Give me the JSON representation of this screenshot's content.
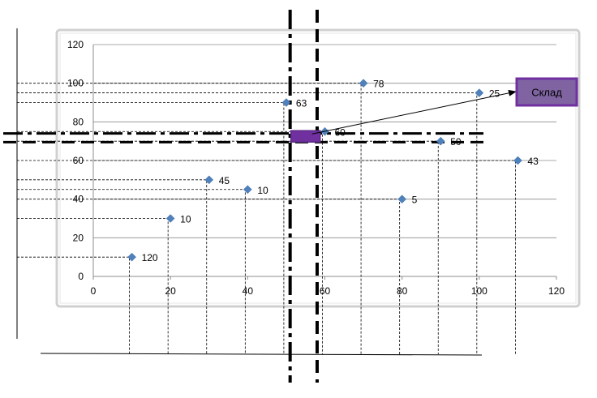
{
  "chart_data": {
    "type": "scatter",
    "title": "",
    "xlabel": "",
    "ylabel": "",
    "xlim": [
      0,
      120
    ],
    "ylim": [
      0,
      120
    ],
    "xticks": [
      0,
      20,
      40,
      60,
      80,
      100,
      120
    ],
    "yticks": [
      0,
      20,
      40,
      60,
      80,
      100,
      120
    ],
    "grid": "horizontal",
    "legend": "none",
    "marker": "diamond",
    "marker_color": "#4f81bd",
    "points": [
      {
        "x": 10,
        "y": 10,
        "label": "120"
      },
      {
        "x": 20,
        "y": 30,
        "label": "10"
      },
      {
        "x": 30,
        "y": 50,
        "label": "45"
      },
      {
        "x": 40,
        "y": 45,
        "label": "10"
      },
      {
        "x": 50,
        "y": 90,
        "label": "63"
      },
      {
        "x": 60,
        "y": 75,
        "label": "60"
      },
      {
        "x": 70,
        "y": 100,
        "label": "78"
      },
      {
        "x": 80,
        "y": 40,
        "label": "5"
      },
      {
        "x": 90,
        "y": 70,
        "label": "50"
      },
      {
        "x": 100,
        "y": 95,
        "label": "25"
      },
      {
        "x": 110,
        "y": 60,
        "label": "43"
      }
    ],
    "center": {
      "x": 55,
      "y": 72.5,
      "color": "#7030a0"
    },
    "warehouse": {
      "label": "Склад",
      "color": "#8064a2",
      "border": "#7030a0"
    },
    "dividers": {
      "vertical_x": [
        51,
        58
      ],
      "horizontal_y": [
        74,
        69.5
      ]
    }
  }
}
